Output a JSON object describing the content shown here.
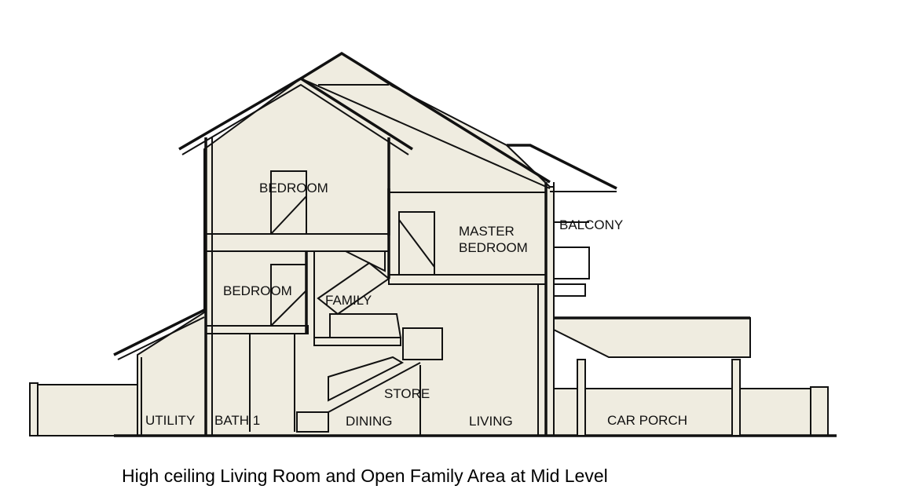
{
  "diagram": {
    "title": "House cross-section",
    "rooms": {
      "bedroom_upper": "BEDROOM",
      "master_bedroom_line1": "MASTER",
      "master_bedroom_line2": "BEDROOM",
      "balcony": "BALCONY",
      "bedroom_lower": "BEDROOM",
      "family": "FAMILY",
      "store": "STORE",
      "utility": "UTILITY",
      "bath": "BATH 1",
      "dining": "DINING",
      "living": "LIVING",
      "car_porch": "CAR PORCH"
    },
    "colors": {
      "fill": "#efece0",
      "line": "#111111",
      "background": "#ffffff"
    }
  },
  "caption": "High ceiling Living Room and Open Family Area at Mid Level"
}
